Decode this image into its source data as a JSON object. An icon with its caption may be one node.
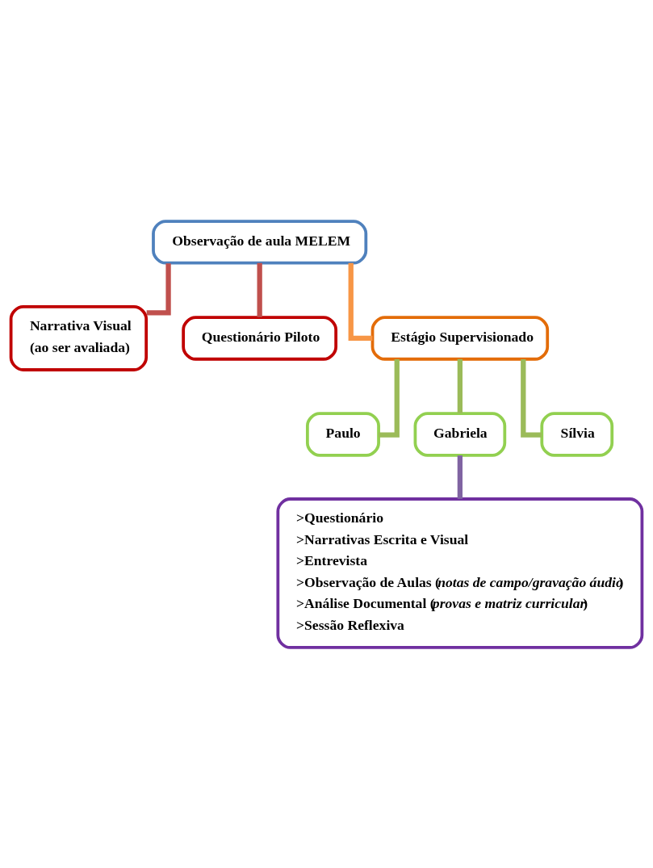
{
  "diagram": {
    "nodes": [
      {
        "text": [
          "Observação de aula MELEM"
        ]
      },
      {
        "text": [
          "Narrativa Visual",
          "(ao ser avaliada)"
        ]
      },
      {
        "text": [
          "Questionário Piloto"
        ]
      },
      {
        "text": [
          "Estágio Supervisionado"
        ]
      },
      {
        "text": [
          "Paulo"
        ]
      },
      {
        "text": [
          "Gabriela"
        ]
      },
      {
        "text": [
          "Sílvia"
        ]
      },
      {
        "text": [
          ">Questionário",
          ">Narrativas Escrita e Visual",
          ">Entrevista",
          ">Observação de Aulas (*notas de campo/gravação áudio*)",
          ">Análise Documental (*provas e matriz curricular*)",
          ">Sessão Reflexiva"
        ]
      }
    ],
    "edges": [
      {
        "from": 0,
        "to": 1,
        "arrow": "none",
        "color": "#c0504d"
      },
      {
        "from": 0,
        "to": 3,
        "arrow": "none",
        "color": "#f79646"
      },
      {
        "from": 0,
        "to": 2,
        "arrow": "none",
        "color": "#c0504d"
      },
      {
        "from": 3,
        "to": 4,
        "arrow": "none"
      },
      {
        "from": 3,
        "to": 5,
        "arrow": "none"
      },
      {
        "from": 3,
        "to": 6,
        "arrow": "none"
      },
      {
        "from": 5,
        "to": 7,
        "arrow": "none",
        "color": "#8064a2"
      }
    ]
  }
}
